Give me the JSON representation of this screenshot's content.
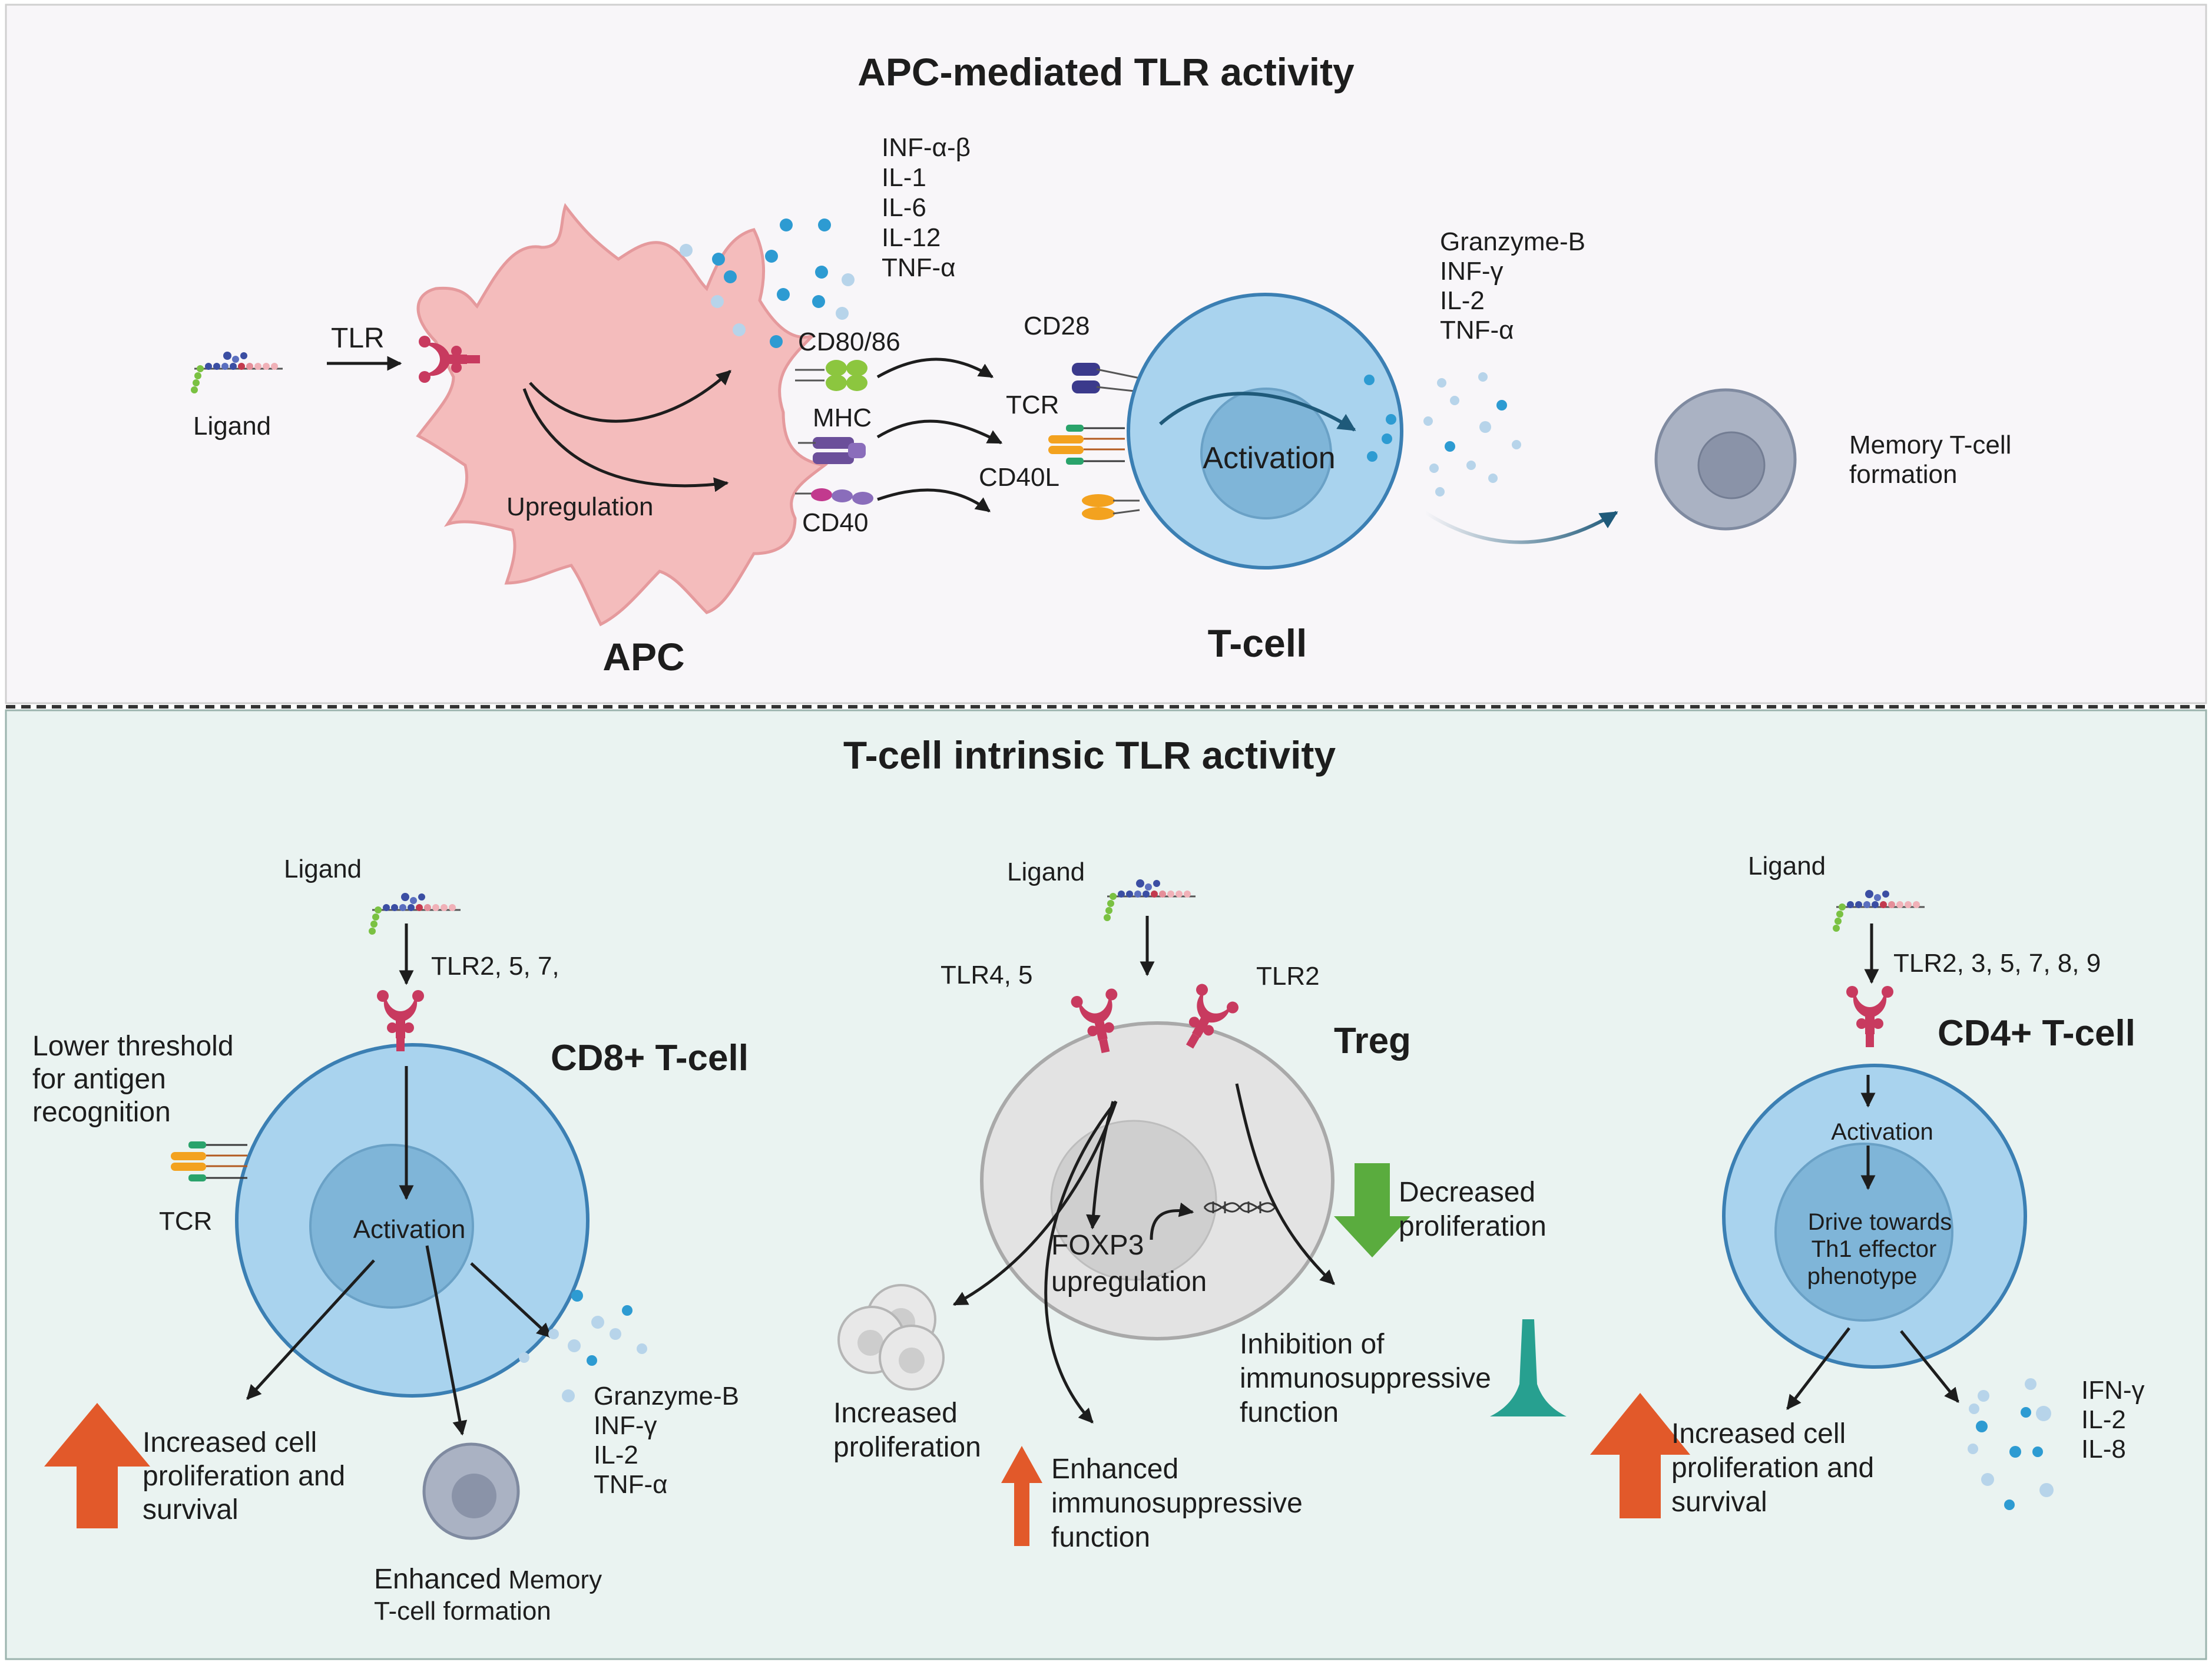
{
  "top_panel": {
    "title": "APC-mediated TLR activity",
    "ligand_label": "Ligand",
    "tlr_label": "TLR",
    "apc_label": "APC",
    "upregulation_label": "Upregulation",
    "apc_cytokines": [
      "INF-α-β",
      "IL-1",
      "IL-6",
      "IL-12",
      "TNF-α"
    ],
    "costim": {
      "cd80_86": "CD80/86",
      "mhc": "MHC",
      "cd40": "CD40"
    },
    "tcell_receptors": {
      "cd28": "CD28",
      "tcr": "TCR",
      "cd40l": "CD40L"
    },
    "tcell_label": "T-cell",
    "activation_label": "Activation",
    "tcell_cytokines": [
      "Granzyme-B",
      "INF-γ",
      "IL-2",
      "TNF-α"
    ],
    "memory_label": [
      "Memory T-cell",
      "formation"
    ]
  },
  "bottom_panel": {
    "title": "T-cell intrinsic TLR activity",
    "cd8": {
      "ligand_label": "Ligand",
      "tlr_label": "TLR2, 5, 7,",
      "cell_label": "CD8+ T-cell",
      "threshold_label": [
        "Lower threshold",
        "for antigen",
        "recognition"
      ],
      "tcr_label": "TCR",
      "activation_label": "Activation",
      "increase_label": [
        "Increased cell",
        "proliferation and",
        "survival"
      ],
      "memory_label_a": "Enhanced",
      "memory_label_b": "Memory",
      "memory_label_c": "T-cell formation",
      "cytokines": [
        "Granzyme-B",
        "INF-γ",
        "IL-2",
        "TNF-α"
      ]
    },
    "treg": {
      "ligand_label": "Ligand",
      "tlr_left": "TLR4, 5",
      "tlr_right": "TLR2",
      "cell_label": "Treg",
      "foxp3_label": [
        "FOXP3",
        "upregulation"
      ],
      "decreased_label": [
        "Decreased",
        "proliferation"
      ],
      "increased_label": [
        "Increased",
        "proliferation"
      ],
      "enhanced_label": [
        "Enhanced",
        "immunosuppressive",
        "function"
      ],
      "inhibition_label": [
        "Inhibition of",
        "immunosuppressive",
        "function"
      ]
    },
    "cd4": {
      "ligand_label": "Ligand",
      "tlr_label": "TLR2, 3, 5, 7, 8, 9",
      "cell_label": "CD4+ T-cell",
      "activation_label": "Activation",
      "drive_label": [
        "Drive towards",
        "Th1 effector",
        "phenotype"
      ],
      "increase_label": [
        "Increased cell",
        "proliferation and",
        "survival"
      ],
      "cytokines": [
        "IFN-γ",
        "IL-2",
        "IL-8"
      ]
    }
  },
  "colors": {
    "top_bg": "#f8f6f9",
    "bottom_bg": "#eaf3f1",
    "apc_fill": "#f4bcbc",
    "apc_stroke": "#e59a9d",
    "tcell_fill": "#a9d3ee",
    "tcell_stroke": "#3b7fb3",
    "treg_fill": "#e3e3e3",
    "memory_fill": "#aab2c3",
    "receptor": "#c83a5f",
    "cytokine": "#2d9bd2",
    "up_arrow": "#e2592a",
    "down_arrow": "#5aac3e",
    "inhibit": "#27a090"
  }
}
